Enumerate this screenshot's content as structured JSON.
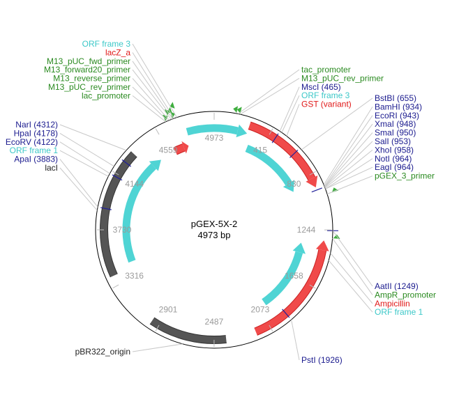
{
  "plasmid": {
    "name": "pGEX-5X-2",
    "length_label": "4973 bp",
    "length": 4973
  },
  "colors": {
    "orf": "#4fd4d4",
    "gene": "#f04a4a",
    "gene_outline": "#c82020",
    "origin": "#555555",
    "origin_outline": "#333333",
    "primer": "#3fae3f",
    "enzyme": "#20209a",
    "backbone": "#000000",
    "tick": "#9a9a9a",
    "label_orf": "#3cc8c8",
    "label_gene": "#e01818",
    "label_feature": "#2a8a20",
    "label_enzyme": "#1a1a8e",
    "label_origin": "#222222"
  },
  "ticks": [
    {
      "label": "4973",
      "pos": 0
    },
    {
      "label": "415",
      "pos": 415
    },
    {
      "label": "830",
      "pos": 830
    },
    {
      "label": "1244",
      "pos": 1244
    },
    {
      "label": "1658",
      "pos": 1658
    },
    {
      "label": "2073",
      "pos": 2073
    },
    {
      "label": "2487",
      "pos": 2487
    },
    {
      "label": "2901",
      "pos": 2901
    },
    {
      "label": "3316",
      "pos": 3316
    },
    {
      "label": "3730",
      "pos": 3730
    },
    {
      "label": "4144",
      "pos": 4144
    },
    {
      "label": "4559",
      "pos": 4559
    }
  ],
  "features": [
    {
      "name": "ORF frame 3",
      "kind": "orf",
      "start": 4760,
      "end": 260,
      "strand": 1,
      "track": "outer"
    },
    {
      "name": "GST (variant)",
      "kind": "gene",
      "start": 258,
      "end": 930,
      "strand": 1,
      "track": "mid"
    },
    {
      "name": "ORF frame 3",
      "kind": "orf",
      "start": 300,
      "end": 890,
      "strand": 1,
      "track": "inner"
    },
    {
      "name": "lacZ_a",
      "kind": "gene",
      "start": 4610,
      "end": 4740,
      "strand": 1,
      "track": "inner"
    },
    {
      "name": "Ampicillin",
      "kind": "gene",
      "start": 1320,
      "end": 2180,
      "strand": -1,
      "track": "mid"
    },
    {
      "name": "ORF frame 1",
      "kind": "orf",
      "start": 1360,
      "end": 2010,
      "strand": -1,
      "track": "inner"
    },
    {
      "name": "pBR322_origin",
      "kind": "origin",
      "start": 2330,
      "end": 2960,
      "strand": -1,
      "track": "mid"
    },
    {
      "name": "lacI",
      "kind": "origin",
      "start": 3390,
      "end": 4400,
      "strand": 1,
      "track": "mid"
    },
    {
      "name": "ORF frame 1",
      "kind": "orf",
      "start": 3440,
      "end": 4460,
      "strand": 1,
      "track": "inner"
    }
  ],
  "primers": [
    {
      "pos": 4640,
      "strand": 1,
      "track": "p1"
    },
    {
      "pos": 4665,
      "strand": 1,
      "track": "p2"
    },
    {
      "pos": 4690,
      "strand": 1,
      "track": "p1"
    },
    {
      "pos": 4700,
      "strand": -1,
      "track": "p2"
    },
    {
      "pos": 4725,
      "strand": -1,
      "track": "p3"
    },
    {
      "pos": 150,
      "strand": -1,
      "track": "p1"
    },
    {
      "pos": 175,
      "strand": -1,
      "track": "p1"
    },
    {
      "pos": 1000,
      "strand": -1,
      "track": "p2"
    },
    {
      "pos": 1300,
      "strand": -1,
      "track": "p1"
    }
  ],
  "site_markers": [
    {
      "pos": 465,
      "track": "mid"
    },
    {
      "pos": 640,
      "track": "mid"
    },
    {
      "pos": 950,
      "track": "mid"
    },
    {
      "pos": 1249,
      "track": "backbone"
    },
    {
      "pos": 1926,
      "track": "mid"
    },
    {
      "pos": 3883,
      "track": "mid"
    },
    {
      "pos": 4122,
      "track": "mid"
    },
    {
      "pos": 4245,
      "track": "mid"
    }
  ],
  "labels_top_left": [
    {
      "text": "ORF frame 3",
      "kind": "orf",
      "pos": 4720
    },
    {
      "text": "lacZ_a",
      "kind": "gene",
      "pos": 4700
    },
    {
      "text": "M13_pUC_fwd_primer",
      "kind": "feature",
      "pos": 4690
    },
    {
      "text": "M13_forward20_primer",
      "kind": "feature",
      "pos": 4680
    },
    {
      "text": "M13_reverse_primer",
      "kind": "feature",
      "pos": 4665
    },
    {
      "text": "M13_pUC_rev_primer",
      "kind": "feature",
      "pos": 4655
    },
    {
      "text": "lac_promoter",
      "kind": "feature",
      "pos": 4640
    }
  ],
  "labels_top_right": [
    {
      "text": "tac_promoter",
      "kind": "feature",
      "pos": 160
    },
    {
      "text": "M13_pUC_rev_primer",
      "kind": "feature",
      "pos": 175
    },
    {
      "text": "MscI (465)",
      "kind": "enzyme",
      "pos": 465
    },
    {
      "text": "ORF frame 3",
      "kind": "orf",
      "pos": 480
    },
    {
      "text": "GST (variant)",
      "kind": "gene",
      "pos": 520
    }
  ],
  "labels_right": [
    {
      "text": "BstBI (655)",
      "kind": "enzyme",
      "pos": 655
    },
    {
      "text": "BamHI (934)",
      "kind": "enzyme",
      "pos": 934
    },
    {
      "text": "EcoRI (943)",
      "kind": "enzyme",
      "pos": 943
    },
    {
      "text": "XmaI (948)",
      "kind": "enzyme",
      "pos": 948
    },
    {
      "text": "SmaI (950)",
      "kind": "enzyme",
      "pos": 950
    },
    {
      "text": "SalI (953)",
      "kind": "enzyme",
      "pos": 953
    },
    {
      "text": "XhoI (958)",
      "kind": "enzyme",
      "pos": 958
    },
    {
      "text": "NotI (964)",
      "kind": "enzyme",
      "pos": 964
    },
    {
      "text": "EagI (964)",
      "kind": "enzyme",
      "pos": 964
    },
    {
      "text": "pGEX_3_primer",
      "kind": "feature",
      "pos": 1000
    }
  ],
  "labels_left": [
    {
      "text": "NarI (4312)",
      "kind": "enzyme",
      "pos": 4312
    },
    {
      "text": "HpaI (4178)",
      "kind": "enzyme",
      "pos": 4178
    },
    {
      "text": "EcoRV (4122)",
      "kind": "enzyme",
      "pos": 4122
    },
    {
      "text": "ORF frame 1",
      "kind": "orf",
      "pos": 4100
    },
    {
      "text": "ApaI (3883)",
      "kind": "enzyme",
      "pos": 3883
    },
    {
      "text": "lacI",
      "kind": "origin",
      "pos": 3860
    }
  ],
  "labels_bottom_right": [
    {
      "text": "AatII (1249)",
      "kind": "enzyme",
      "pos": 1249
    },
    {
      "text": "AmpR_promoter",
      "kind": "feature",
      "pos": 1300
    },
    {
      "text": "Ampicillin",
      "kind": "gene",
      "pos": 1400
    },
    {
      "text": "ORF frame 1",
      "kind": "orf",
      "pos": 1450
    }
  ],
  "labels_bottom": [
    {
      "text": "PstI (1926)",
      "kind": "enzyme",
      "pos": 1926
    },
    {
      "text": "pBR322_origin",
      "kind": "origin",
      "pos": 2700
    }
  ]
}
